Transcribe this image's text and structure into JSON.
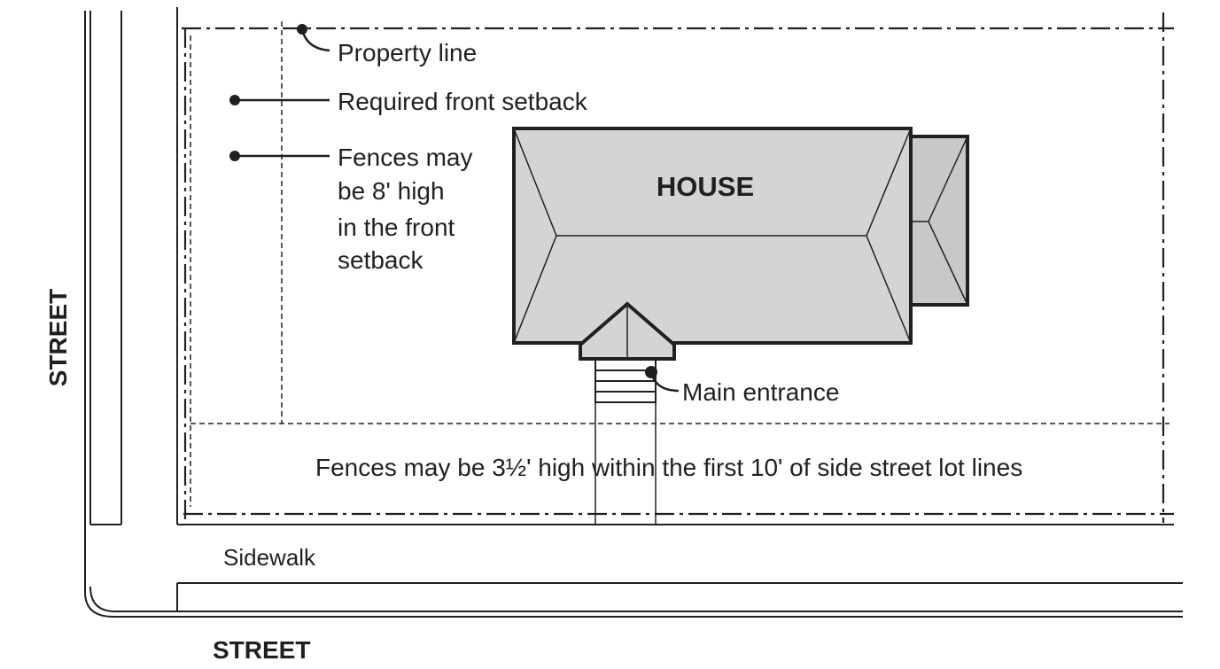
{
  "labels": {
    "street_side": "STREET",
    "street_bottom": "STREET",
    "sidewalk": "Sidewalk",
    "property_line": "Property line",
    "required_front_setback": "Required front setback",
    "fences_front_line1": "Fences may",
    "fences_front_line2": "be 8' high",
    "fences_front_line3": "in the front",
    "fences_front_line4": "setback",
    "house": "HOUSE",
    "main_entrance": "Main entrance",
    "fences_side_street": "Fences may be 3½' high within the first 10' of side street lot lines"
  },
  "colors": {
    "ink": "#231f20",
    "roof_fill": "#d4d4d4",
    "garage_fill": "#c8c8c8",
    "background": "#ffffff"
  }
}
